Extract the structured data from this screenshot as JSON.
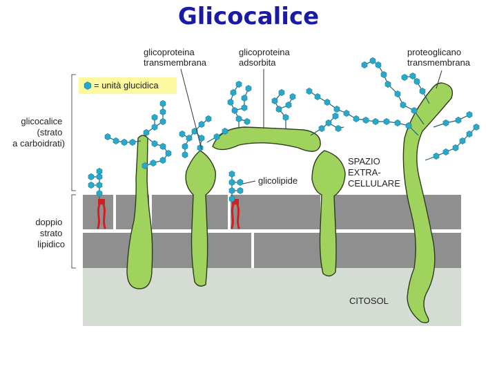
{
  "title": "Glicocalice",
  "legend": {
    "text": "= unità glucidica",
    "icon": "hexagon-sugar-icon",
    "bg": "#fcf8a0"
  },
  "colors": {
    "sugar": "#29a9c9",
    "protein": "#9fd35e",
    "membrane": "#8f8f8f",
    "cytosol": "#d4dcd4",
    "lipid_tail": "#d21d22",
    "title": "#1a1aa6"
  },
  "labels": {
    "glycocalyx_side": [
      "glicocalice",
      "(strato",
      "a carboidrati)"
    ],
    "bilayer_side": [
      "doppio",
      "strato",
      "lipidico"
    ],
    "transmembrane_glycoprotein": [
      "glicoproteina",
      "transmembrana"
    ],
    "adsorbed_glycoprotein": [
      "glicoproteina",
      "adsorbita"
    ],
    "transmembrane_proteoglycan": [
      "proteoglicano",
      "transmembrana"
    ],
    "glycolipid": "glicolipide",
    "extracellular_space": [
      "SPAZIO",
      "EXTRA-",
      "CELLULARE"
    ],
    "cytosol": "CITOSOL"
  }
}
